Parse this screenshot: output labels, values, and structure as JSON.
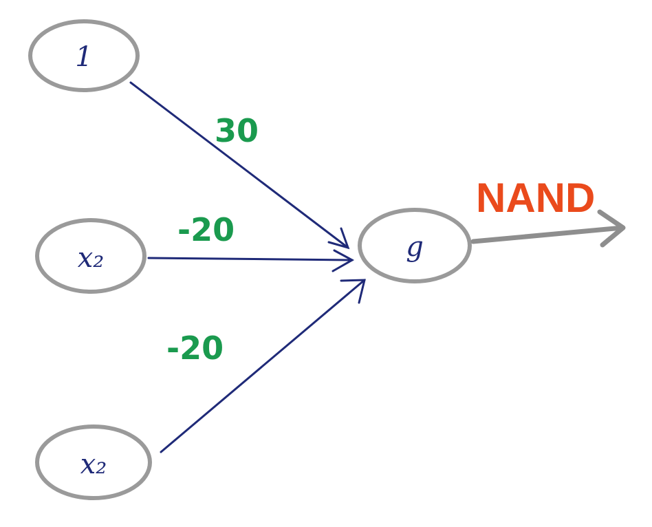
{
  "nodes": {
    "bias": "1",
    "input_a": "x₂",
    "input_b": "x₂",
    "output": "g"
  },
  "weights": {
    "bias": "30",
    "input_a": "-20",
    "input_b": "-20"
  },
  "output_label": "NAND",
  "colors": {
    "node_stroke": "#9a9a9a",
    "node_text": "#1f2a78",
    "weight": "#1a9a4e",
    "output_label": "#ea4a1c",
    "output_arrow": "#8e8e8e"
  }
}
